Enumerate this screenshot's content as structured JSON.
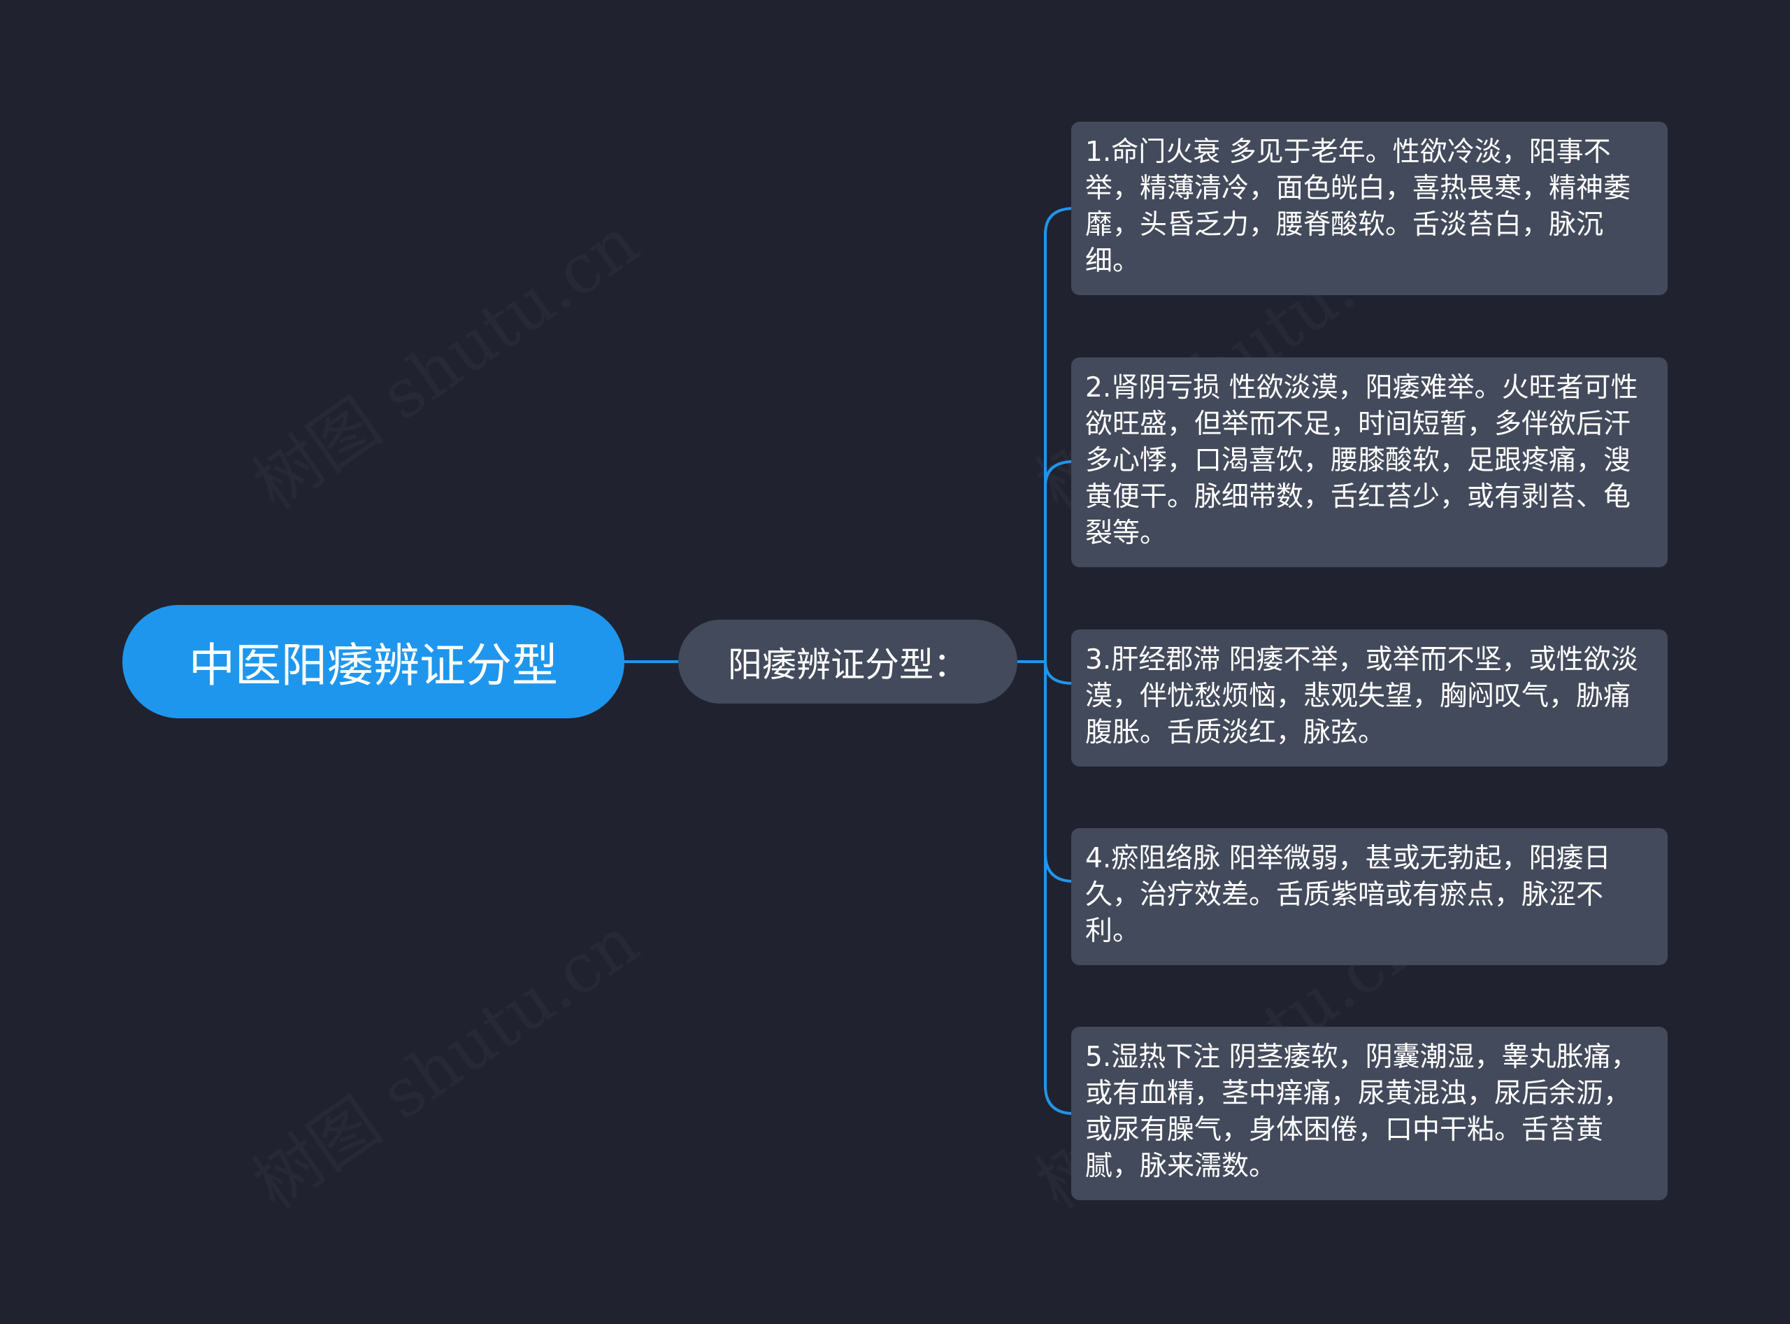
{
  "colors": {
    "background": "#20232f",
    "root_fill": "#1f96ed",
    "node_fill": "#434a5b",
    "connector": "#1f96ed",
    "text": "#ffffff"
  },
  "watermark": "树图 shutu.cn",
  "root": {
    "label": "中医阳痿辨证分型"
  },
  "branch": {
    "label": "阳痿辨证分型："
  },
  "leaves": [
    {
      "text": "1.命门火衰 多见于老年。性欲冷淡，阳事不举，精薄清冷，面色㿠白，喜热畏寒，精神萎靡，头昏乏力，腰脊酸软。舌淡苔白，脉沉细。"
    },
    {
      "text": "2.肾阴亏损 性欲淡漠，阳痿难举。火旺者可性欲旺盛，但举而不足，时间短暂，多伴欲后汗多心悸，口渴喜饮，腰膝酸软，足跟疼痛，溲黄便干。脉细带数，舌红苔少，或有剥苔、龟裂等。"
    },
    {
      "text": "3.肝经郡滞 阳痿不举，或举而不坚，或性欲淡漠，伴忧愁烦恼，悲观失望，胸闷叹气，胁痛腹胀。舌质淡红，脉弦。"
    },
    {
      "text": "4.瘀阻络脉 阳举微弱，甚或无勃起，阳痿日久，治疗效差。舌质紫喑或有瘀点，脉涩不利。"
    },
    {
      "text": "5.湿热下注 阴茎痿软，阴囊潮湿，睾丸胀痛，或有血精，茎中痒痛，尿黄混浊，尿后余沥，或尿有臊气，身体困倦，口中干粘。舌苔黄腻，脉来濡数。"
    }
  ]
}
